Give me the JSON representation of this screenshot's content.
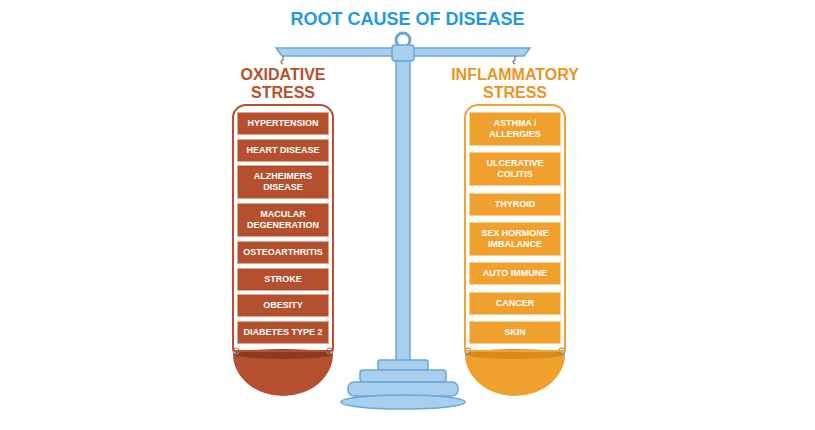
{
  "diagram": {
    "title": "ROOT CAUSE OF DISEASE",
    "nodes": [
      {
        "text": [
          "OXIDATIVE STRESS"
        ]
      },
      {
        "text": [
          "HYPERTENSION"
        ],
        "in": 0
      },
      {
        "text": [
          "HEART DISEASE"
        ],
        "in": 0
      },
      {
        "text": [
          "ALZHEIMERS DISEASE"
        ],
        "in": 0
      },
      {
        "text": [
          "MACULAR DEGENERATION"
        ],
        "in": 0
      },
      {
        "text": [
          "OSTEOARTHRITIS"
        ],
        "in": 0
      },
      {
        "text": [
          "STROKE"
        ],
        "in": 0
      },
      {
        "text": [
          "OBESITY"
        ],
        "in": 0
      },
      {
        "text": [
          "DIABETES TYPE 2"
        ],
        "in": 0
      },
      {
        "text": [
          "INFLAMMATORY STRESS"
        ]
      },
      {
        "text": [
          "ASTHMA / ALLERGIES"
        ],
        "in": 9
      },
      {
        "text": [
          "ULCERATIVE COLITIS"
        ],
        "in": 9
      },
      {
        "text": [
          "THYROID"
        ],
        "in": 9
      },
      {
        "text": [
          "SEX HORMONE IMBALANCE"
        ],
        "in": 9
      },
      {
        "text": [
          "AUTO IMMUNE"
        ],
        "in": 9
      },
      {
        "text": [
          "CANCER"
        ],
        "in": 9
      },
      {
        "text": [
          "SKIN"
        ],
        "in": 9
      }
    ]
  }
}
